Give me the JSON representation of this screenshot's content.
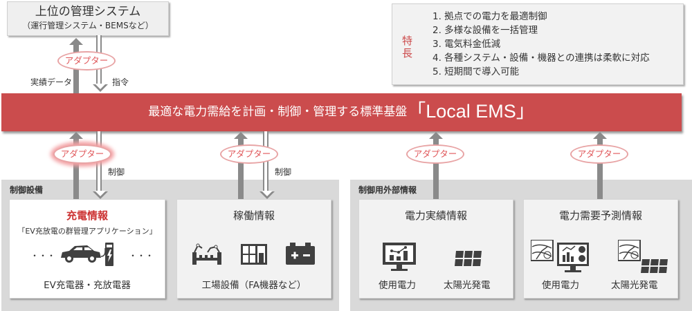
{
  "top_system": {
    "title": "上位の管理システム",
    "subtitle": "（運行管理システム・BEMSなど）"
  },
  "features": {
    "label": "特長",
    "items": [
      "1. 拠点での電力を最適制御",
      "2. 多様な設備を一括管理",
      "3. 電気料金低減",
      "4. 各種システム・設備・機器との連携は柔軟に対応",
      "5. 短期間で導入可能"
    ]
  },
  "upper_link": {
    "adapter_label": "アダプター",
    "up_label": "実績データ",
    "down_label": "指令"
  },
  "banner": {
    "text": "最適な電力需給を計画・制御・管理する標準基盤",
    "ems": "「Local EMS」"
  },
  "adapters": {
    "label": "アダプター",
    "control_label": "制御"
  },
  "groups": {
    "control_equipment": {
      "title": "制御設備",
      "cards": [
        {
          "title": "充電情報",
          "subtitle": "「EV充放電の群管理アプリケーション」",
          "dots_left": "・・・",
          "dots_right": "・・・",
          "caption": "EV充電器・充放電器",
          "icon": "ev-charging-icon"
        },
        {
          "title": "稼働情報",
          "caption": "工場設備（FA機器など）",
          "icons": [
            "factory-robot-icon",
            "control-panel-icon",
            "battery-icon"
          ]
        }
      ]
    },
    "external_info": {
      "title": "制御用外部情報",
      "cards": [
        {
          "title": "電力実績情報",
          "items": [
            {
              "label": "使用電力",
              "icon": "monitor-chart-icon"
            },
            {
              "label": "太陽光発電",
              "icon": "solar-panel-icon"
            }
          ]
        },
        {
          "title": "電力需要予測情報",
          "items": [
            {
              "label": "使用電力",
              "icon": "weather-map-monitor-icon"
            },
            {
              "label": "太陽光発電",
              "icon": "weather-map-solar-icon"
            }
          ]
        }
      ]
    }
  },
  "colors": {
    "accent_red": "#cb4c4d",
    "adapter_text": "#e0575a",
    "adapter_border": "#e8a4a5",
    "arrow_gray": "#8a8a8a",
    "group_bg": "#d9d9d9",
    "card_bg": "#f2f2f2"
  }
}
